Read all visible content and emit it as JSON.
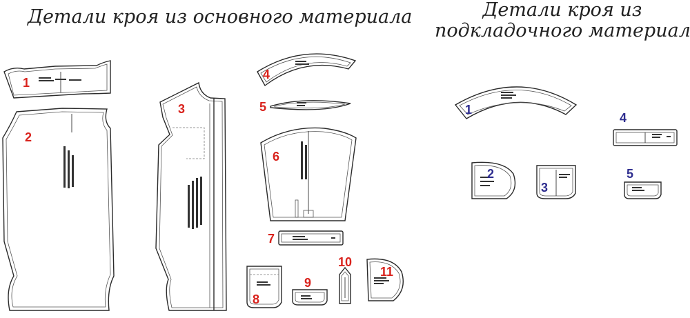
{
  "titles": {
    "main": "Детали кроя из основного материала",
    "lining_line1": "Детали кроя из",
    "lining_line2": "подкладочного материала"
  },
  "colors": {
    "main_label": "#d9231d",
    "lining_label": "#2e2d8f",
    "outline": "#2b2b2b"
  },
  "main_pieces": [
    {
      "label": "1"
    },
    {
      "label": "2"
    },
    {
      "label": "3"
    },
    {
      "label": "4"
    },
    {
      "label": "5"
    },
    {
      "label": "6"
    },
    {
      "label": "7"
    },
    {
      "label": "8"
    },
    {
      "label": "9"
    },
    {
      "label": "10"
    },
    {
      "label": "11"
    }
  ],
  "lining_pieces": [
    {
      "label": "1"
    },
    {
      "label": "2"
    },
    {
      "label": "3"
    },
    {
      "label": "4"
    },
    {
      "label": "5"
    }
  ]
}
